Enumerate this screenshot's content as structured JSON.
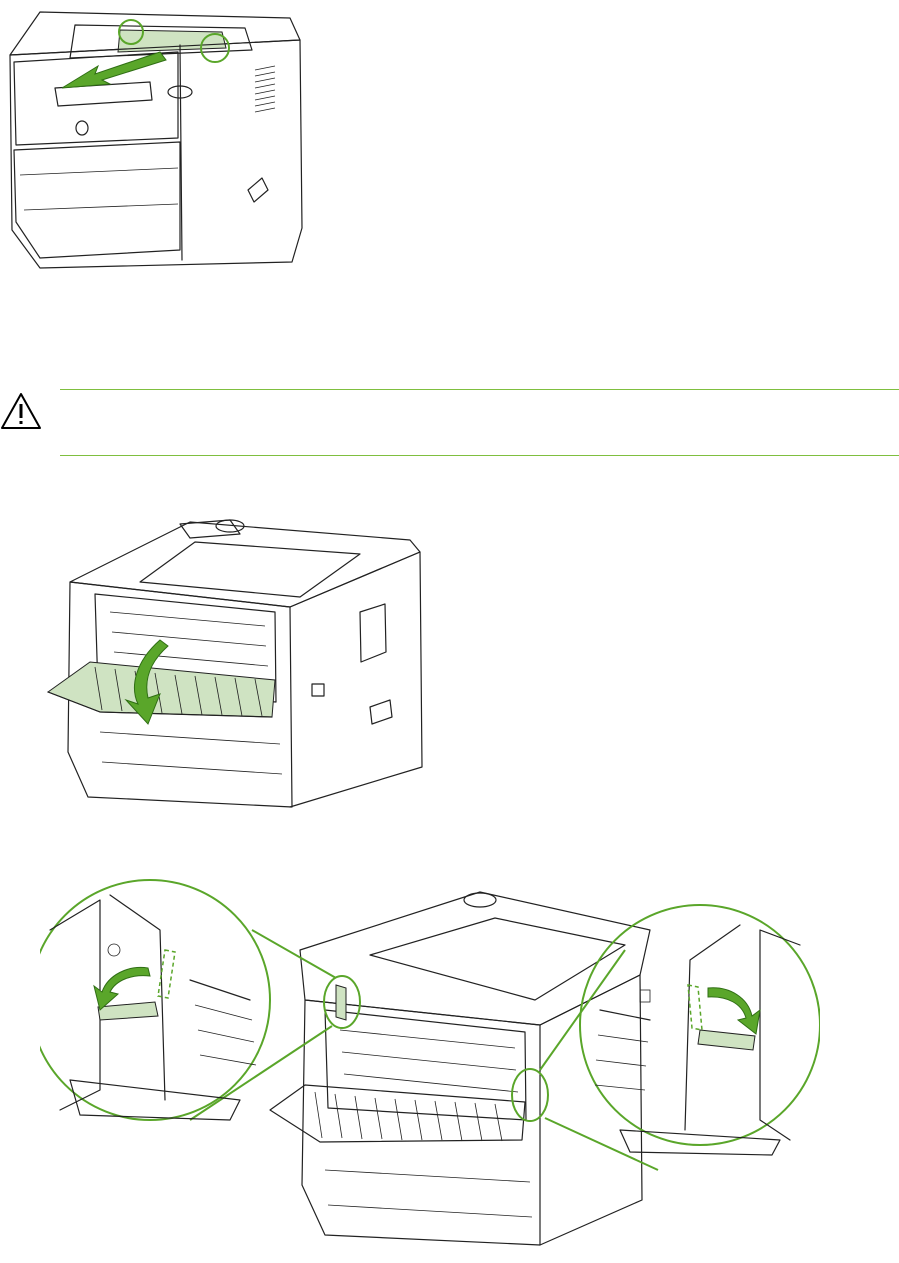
{
  "caution": {
    "icon": "caution-triangle-icon",
    "text": ""
  },
  "colors": {
    "accent": "#5aa62a",
    "highlight": "#cfe3c2",
    "rule": "#7fbf3f"
  },
  "figures": [
    {
      "id": "open-top-cover",
      "icon": "printer-front-icon"
    },
    {
      "id": "open-rear-door",
      "icon": "printer-rear-door-icon"
    },
    {
      "id": "pull-down-levers",
      "icon": "printer-levers-detail-icon"
    }
  ]
}
